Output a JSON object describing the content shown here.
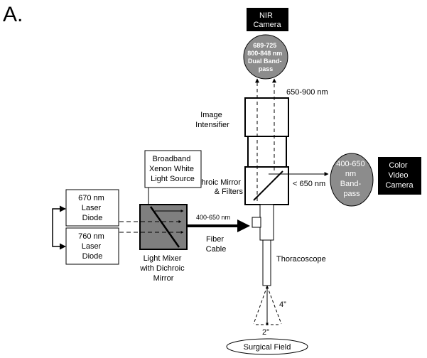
{
  "panel_label": "A.",
  "nir_camera": [
    "NIR",
    "Camera"
  ],
  "nir_filter": [
    "689-725",
    "800-848 nm",
    "Dual Band-",
    "pass"
  ],
  "nir_band": "650-900 nm",
  "image_intensifier": [
    "Image",
    "Intensifier"
  ],
  "dichroic_mirror_filters": [
    "Dichroic Mirror",
    "& Filters"
  ],
  "lt650": "< 650 nm",
  "color_filter": [
    "400-650",
    "nm",
    "Band-",
    "pass"
  ],
  "color_camera": [
    "Color",
    "Video",
    "Camera"
  ],
  "white_light": [
    "Broadband",
    "Xenon White",
    "Light Source"
  ],
  "laser_670": [
    "670 nm",
    "Laser",
    "Diode"
  ],
  "laser_760": [
    "760 nm",
    "Laser",
    "Diode"
  ],
  "light_mixer": [
    "Light Mixer",
    "with Dichroic",
    "Mirror"
  ],
  "fiber_band": "400-650 nm",
  "fiber_cable": [
    "Fiber",
    "Cable"
  ],
  "thoracoscope": "Thoracoscope",
  "depth": "4”",
  "width": "2”",
  "surgical_field": "Surgical Field",
  "colors": {
    "black": "#000000",
    "mixer_gray": "#7f7f7f",
    "filter_gray": "#8c8c8c",
    "scope_gray": "#dcdcdc"
  }
}
